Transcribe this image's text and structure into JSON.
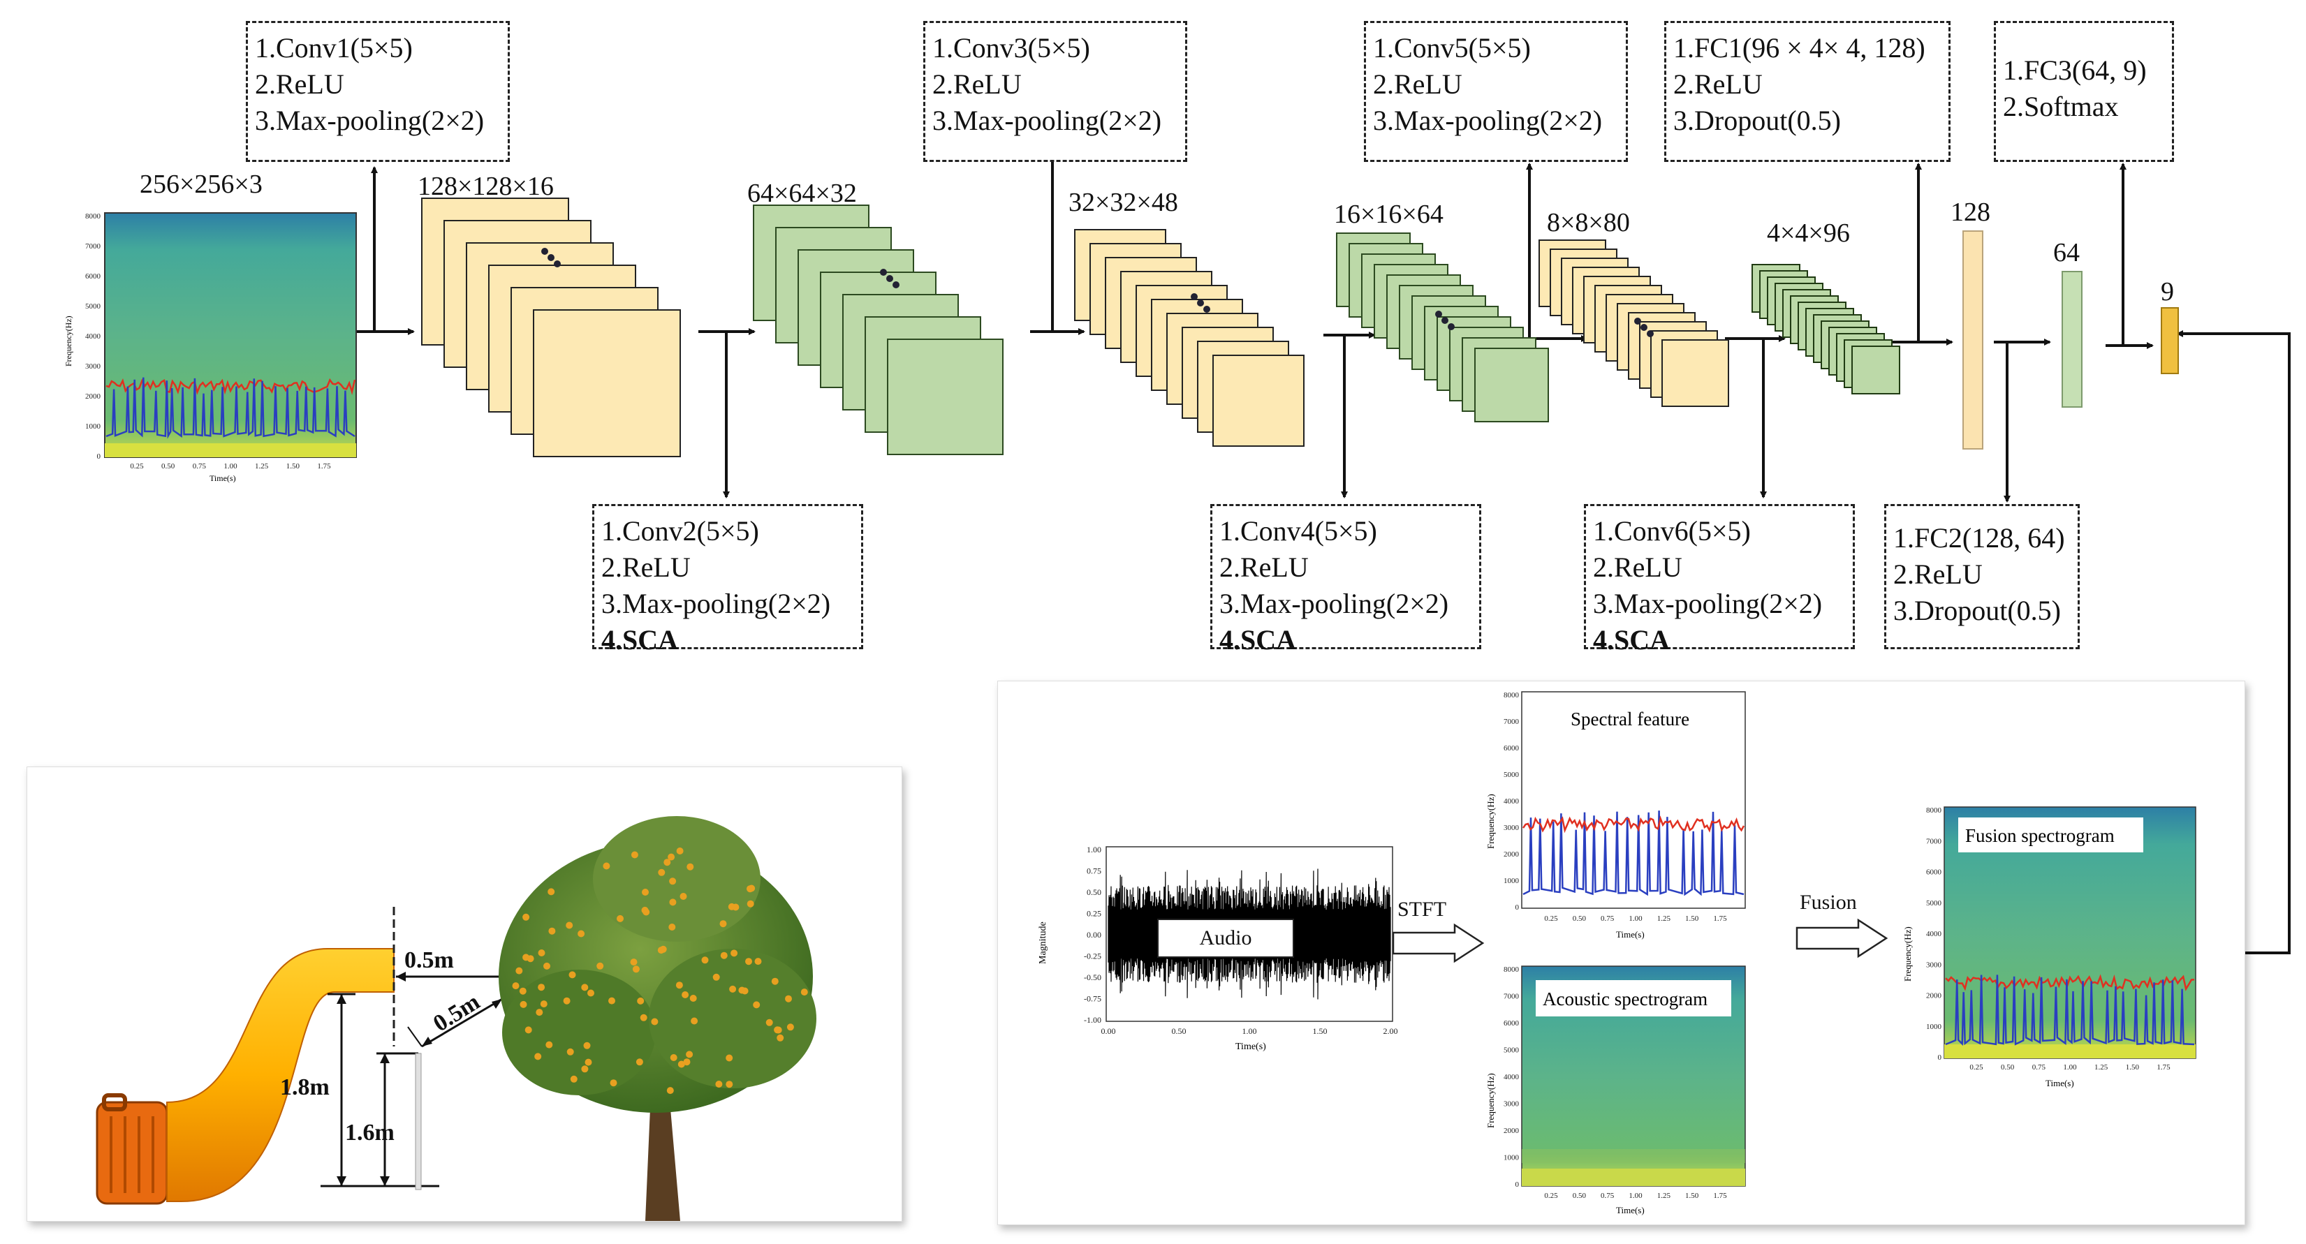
{
  "layers": {
    "conv1": [
      "1.Conv1(5×5)",
      "2.ReLU",
      "3.Max-pooling(2×2)"
    ],
    "conv2": [
      "1.Conv2(5×5)",
      "2.ReLU",
      "3.Max-pooling(2×2)",
      "4.SCA"
    ],
    "conv3": [
      "1.Conv3(5×5)",
      "2.ReLU",
      "3.Max-pooling(2×2)"
    ],
    "conv4": [
      "1.Conv4(5×5)",
      "2.ReLU",
      "3.Max-pooling(2×2)",
      "4.SCA"
    ],
    "conv5": [
      "1.Conv5(5×5)",
      "2.ReLU",
      "3.Max-pooling(2×2)"
    ],
    "conv6": [
      "1.Conv6(5×5)",
      "2.ReLU",
      "3.Max-pooling(2×2)",
      "4.SCA"
    ],
    "fc1": [
      "1.FC1(96 × 4× 4, 128)",
      "2.ReLU",
      "3.Dropout(0.5)"
    ],
    "fc2": [
      "1.FC2(128, 64)",
      "2.ReLU",
      "3.Dropout(0.5)"
    ],
    "fc3": [
      "1.FC3(64, 9)",
      "2.Softmax"
    ]
  },
  "dims": {
    "input": "256×256×3",
    "f1": "128×128×16",
    "f2": "64×64×32",
    "f3": "32×32×48",
    "f4": "16×16×64",
    "f5": "8×8×80",
    "f6": "4×4×96",
    "fc128": "128",
    "fc64": "64",
    "fc9": "9"
  },
  "input_spectrogram": {
    "y_axis_label": "Frequency(Hz)",
    "x_axis_label": "Time(s)",
    "y_ticks": [
      "8000",
      "7000",
      "6000",
      "5000",
      "4000",
      "3000",
      "2000",
      "1000",
      "0"
    ],
    "x_ticks": [
      "0.25",
      "0.50",
      "0.75",
      "1.00",
      "1.25",
      "1.50",
      "1.75"
    ]
  },
  "setup": {
    "dist_h": "0.5m",
    "dist_diag": "0.5m",
    "height_outlet": "1.8m",
    "height_stand": "1.6m"
  },
  "pipeline": {
    "audio_label": "Audio",
    "audio_y_label": "Magnitude",
    "audio_x_label": "Time(s)",
    "audio_y_ticks": [
      "1.00",
      "0.75",
      "0.50",
      "0.25",
      "0.00",
      "-0.25",
      "-0.50",
      "-0.75",
      "-1.00"
    ],
    "audio_x_ticks": [
      "0.00",
      "0.50",
      "1.00",
      "1.50",
      "2.00"
    ],
    "stft_label": "STFT",
    "spectral_title": "Spectral feature",
    "acoustic_title": "Acoustic spectrogram",
    "fusion_label": "Fusion",
    "fusion_title": "Fusion spectrogram",
    "freq_label": "Frequency(Hz)",
    "time_label": "Time(s)",
    "freq_ticks": [
      "8000",
      "7000",
      "6000",
      "5000",
      "4000",
      "3000",
      "2000",
      "1000",
      "0"
    ],
    "time_ticks": [
      "0.25",
      "0.50",
      "0.75",
      "1.00",
      "1.25",
      "1.50",
      "1.75"
    ]
  },
  "colors": {
    "yellow_map": "#fde9b4",
    "green_map": "#bcd9a8",
    "fc_yellow": "#fbe3b0",
    "fc_green": "#c6e0b4",
    "fc_out": "#f0c040",
    "spec_red": "#e03020",
    "spec_blue": "#2a3fc0"
  }
}
